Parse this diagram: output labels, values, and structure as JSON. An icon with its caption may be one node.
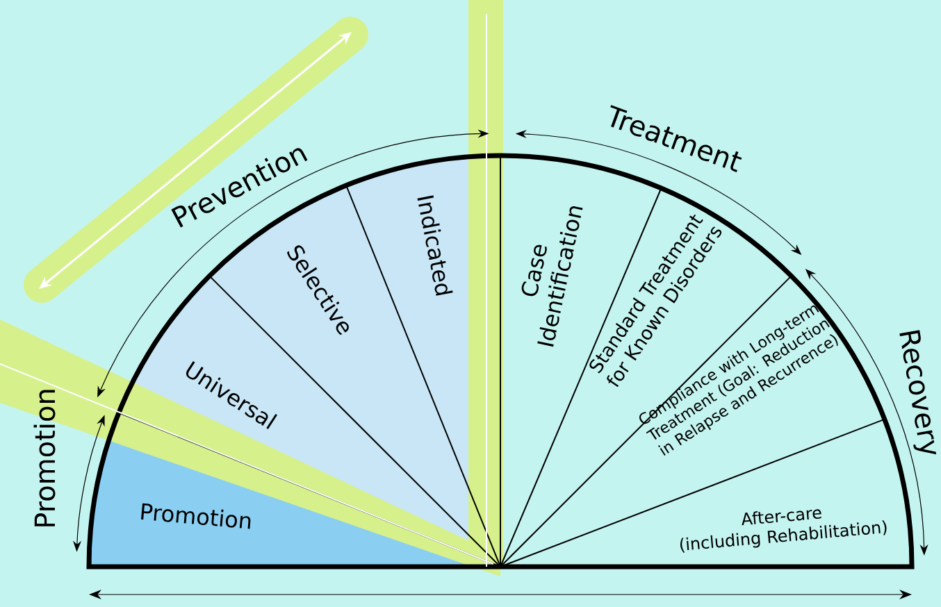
{
  "diagram": {
    "nodes": [
      {
        "text": [
          "Promotion"
        ]
      },
      {
        "text": [
          "Universal"
        ]
      },
      {
        "text": [
          "Selective"
        ]
      },
      {
        "text": [
          "Indicated"
        ]
      },
      {
        "text": [
          "Case Identification"
        ]
      },
      {
        "text": [
          "Standard Treatment for Known Disorders"
        ]
      },
      {
        "text": [
          "Compliance with Long-term Treatment (Goal: Reduction in Relapse and Recurrence)"
        ]
      },
      {
        "text": [
          "After-care",
          "(including Rehabilitation)"
        ]
      }
    ],
    "labels": [
      "Prevention",
      "Treatment",
      "Recovery",
      "Promotion"
    ]
  }
}
